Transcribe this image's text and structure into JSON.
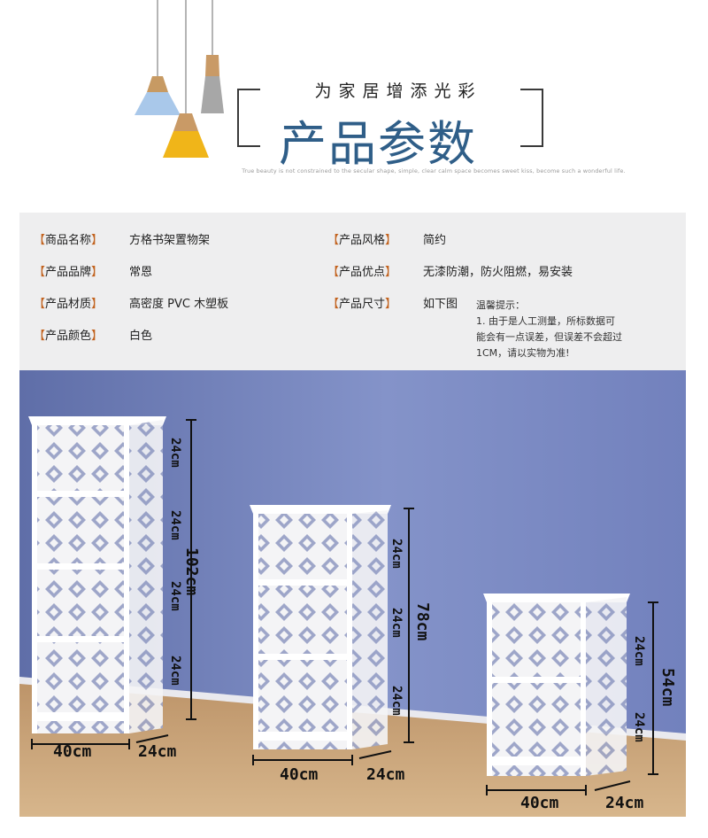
{
  "header": {
    "slogan": "为家居增添光彩",
    "title": "产品参数",
    "tagline": "True beauty is not constrained to the secular shape, simple, clear calm space becomes sweet kiss, become such a wonderful life."
  },
  "specs": {
    "left": [
      {
        "label": "【商品名称】",
        "value": "方格书架置物架"
      },
      {
        "label": "【产品品牌】",
        "value": "常恩"
      },
      {
        "label": "【产品材质】",
        "value": "高密度 PVC 木塑板"
      },
      {
        "label": "【产品颜色】",
        "value": "白色"
      }
    ],
    "right": [
      {
        "label": "【产品风格】",
        "value": "简约"
      },
      {
        "label": "【产品优点】",
        "value": "无漆防潮，防火阻燃，易安装"
      },
      {
        "label": "【产品尺寸】",
        "value": "如下图"
      }
    ],
    "note_title": "温馨提示：",
    "note_line1": "1. 由于是人工测量，所标数据可",
    "note_line2": "能会有一点误差，但误差不会超过",
    "note_line3": "1CM，请以实物为准!"
  },
  "dimensions": {
    "tall": {
      "width": "40cm",
      "depth": "24cm",
      "height": "102cm",
      "shelf1": "24cm",
      "shelf2": "24cm",
      "shelf3": "24cm",
      "shelf4": "24cm"
    },
    "mid": {
      "width": "40cm",
      "depth": "24cm",
      "height": "78cm",
      "shelf1": "24cm",
      "shelf2": "24cm",
      "shelf3": "24cm"
    },
    "short": {
      "width": "40cm",
      "depth": "24cm",
      "height": "54cm",
      "shelf1": "24cm",
      "shelf2": "24cm"
    }
  },
  "colors": {
    "title": "#2f5e88",
    "label_bracket": "#c2621e",
    "wall": "#6f7fb8",
    "floor": "#c9a57a",
    "lamp_blue": "#a9c8ea",
    "lamp_yellow": "#f0b519",
    "lamp_gray": "#a7a7a7"
  },
  "icons": [
    "pendant-lamp-icon",
    "bookshelf-image"
  ]
}
